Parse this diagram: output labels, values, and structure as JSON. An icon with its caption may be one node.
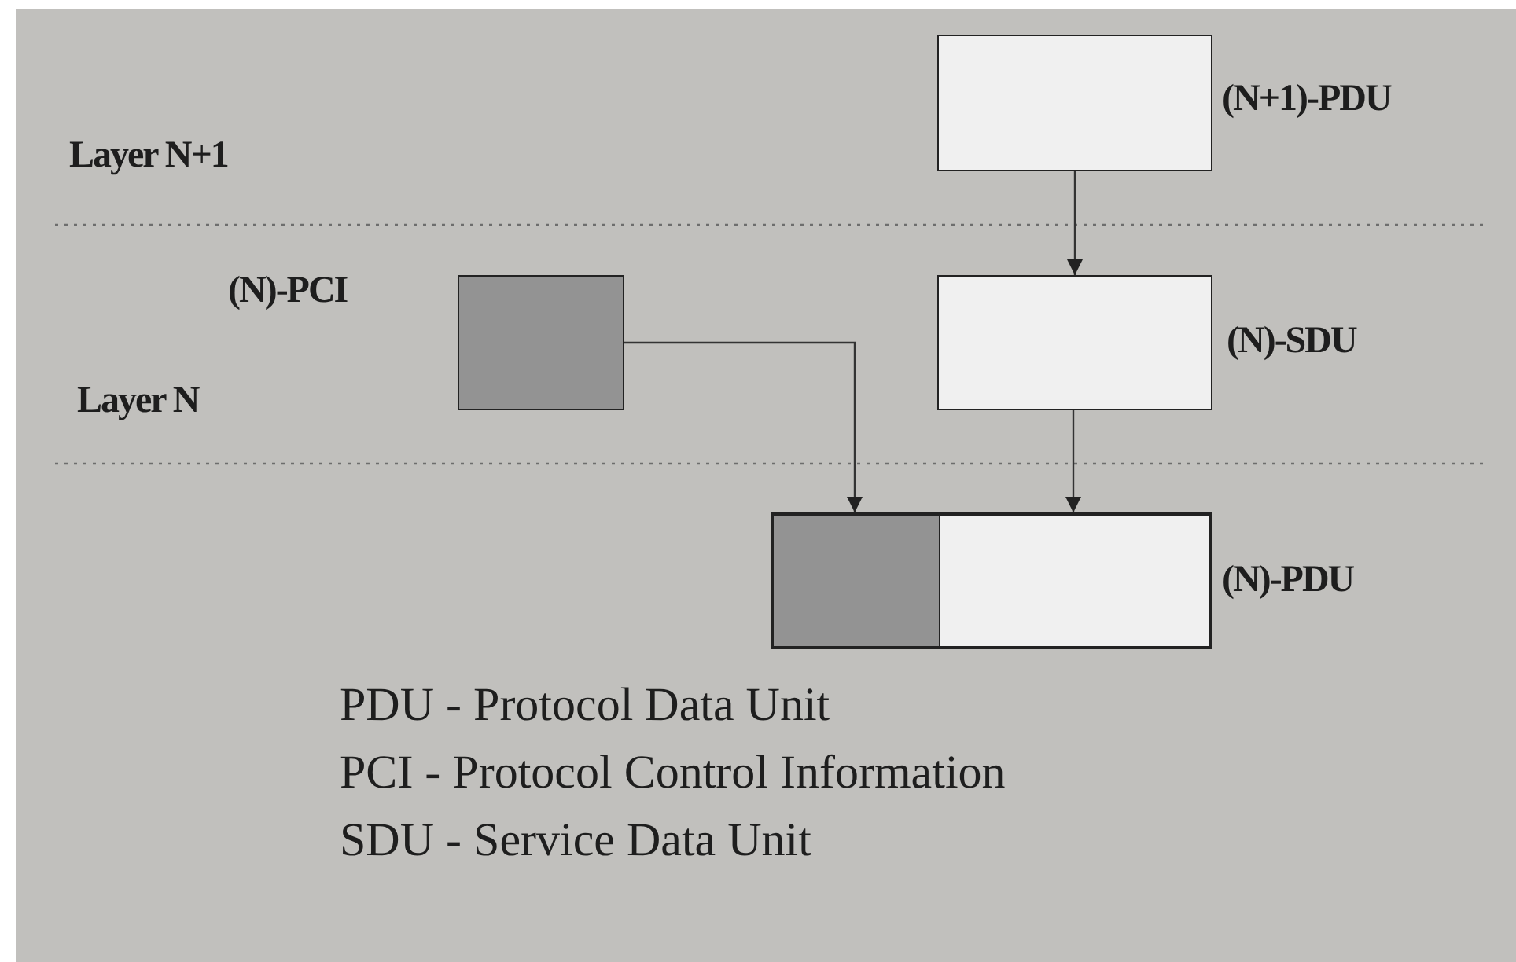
{
  "diagram": {
    "nodes": [
      {
        "text": [],
        "shape": "box",
        "beside": [
          "(N+1)-PDU"
        ]
      },
      {
        "text": [],
        "shape": "box",
        "beside": [
          "(N)-PCI"
        ]
      },
      {
        "text": [],
        "shape": "box",
        "beside": [
          "(N)-SDU"
        ]
      },
      {
        "text": [],
        "shape": "box",
        "beside": [
          "(N)-PDU"
        ]
      },
      {
        "text": [],
        "shape": "box",
        "in": 3
      },
      {
        "text": [],
        "shape": "box",
        "in": 3
      }
    ],
    "edges": [
      {
        "from": 0,
        "to": 2,
        "arrow": "to"
      },
      {
        "from": 1,
        "to": 4,
        "arrow": "to"
      },
      {
        "from": 2,
        "to": 5,
        "arrow": "to"
      }
    ],
    "labels": [
      "Layer N+1",
      "Layer N",
      "PDU - Protocol Data Unit",
      "PCI - Protocol Control Information",
      "SDU - Service Data Unit"
    ]
  }
}
